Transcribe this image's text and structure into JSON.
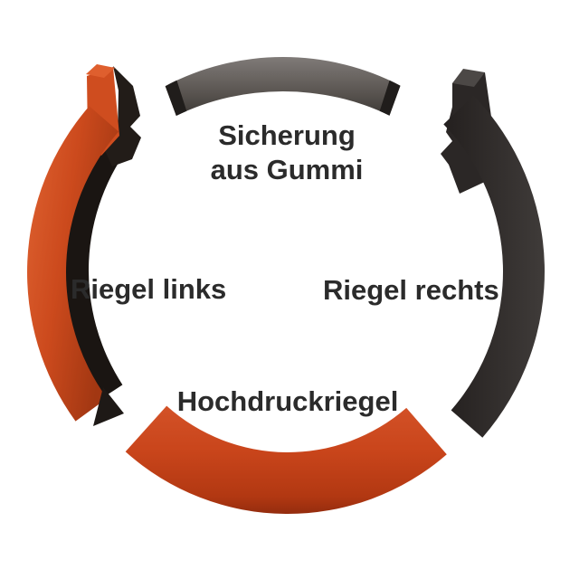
{
  "diagram": {
    "labels": {
      "top_line1": "Sicherung",
      "top_line2": "aus Gummi",
      "left": "Riegel links",
      "right": "Riegel rechts",
      "bottom": "Hochdruckriegel"
    },
    "segments": [
      {
        "id": "sicherung-aus-gummi",
        "label": "Sicherung aus Gummi",
        "color_hex": "#6b6663",
        "position": "top"
      },
      {
        "id": "riegel-links",
        "label": "Riegel links",
        "color_hex": "#cc4a1d",
        "position": "left"
      },
      {
        "id": "riegel-rechts",
        "label": "Riegel rechts",
        "color_hex": "#2e2a28",
        "position": "right"
      },
      {
        "id": "hochdruckriegel",
        "label": "Hochdruckriegel",
        "color_hex": "#cc4a1d",
        "position": "bottom"
      }
    ],
    "colors": {
      "background": "#ffffff",
      "orange": "#cc4a1d",
      "orange_light": "#d95b2b",
      "orange_dark": "#a23712",
      "orange_rim": "#8c290d",
      "charcoal": "#2e2a28",
      "charcoal_light": "#403c3a",
      "rubber_light": "#847f7d",
      "rubber_dark": "#2e2a27",
      "end_cap": "#201d1b",
      "shadow": "#1a1512",
      "text": "#2b2b2b"
    }
  }
}
